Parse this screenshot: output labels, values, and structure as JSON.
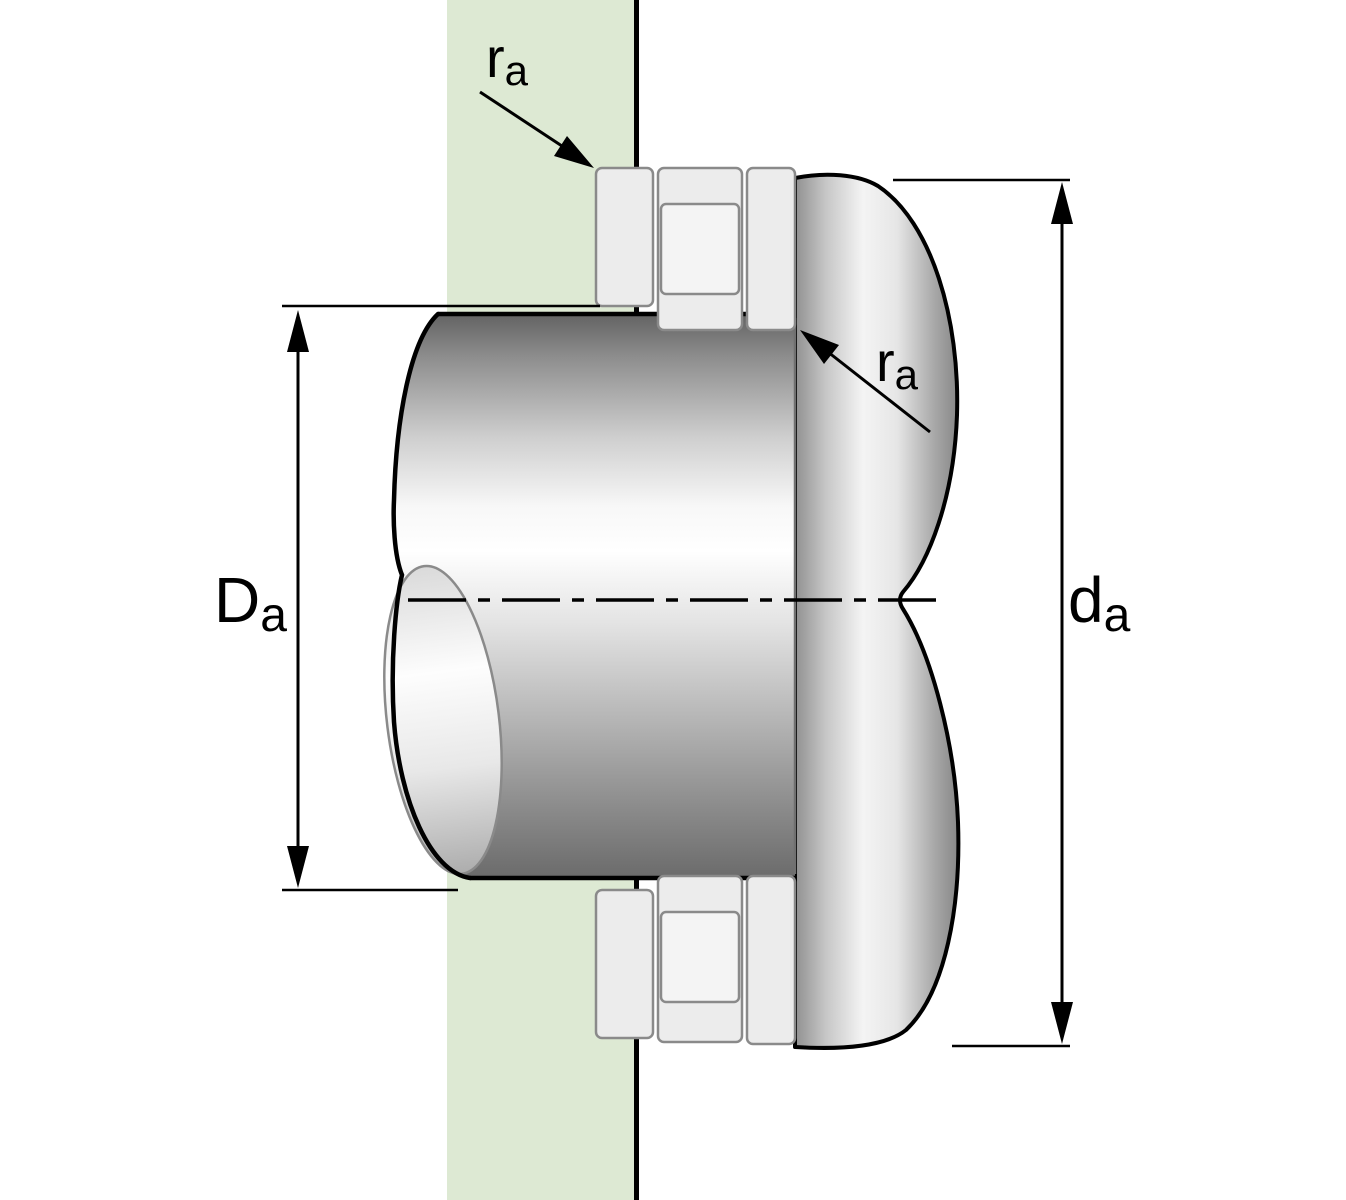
{
  "annotations": {
    "left_dimension": {
      "base": "D",
      "sub": "a"
    },
    "right_dimension": {
      "base": "d",
      "sub": "a"
    },
    "radius_top": {
      "base": "r",
      "sub": "a"
    },
    "radius_inner": {
      "base": "r",
      "sub": "a"
    }
  },
  "colors": {
    "background": "#ffffff",
    "housing_green": "#dde9d3",
    "outline_black": "#000000",
    "steel_face": "#ececec",
    "roller_face": "#f4f4f4",
    "steel_edge": "#8a8a8a",
    "shaft_gray_dark": "#636363",
    "shaft_highlight": "#ffffff"
  }
}
